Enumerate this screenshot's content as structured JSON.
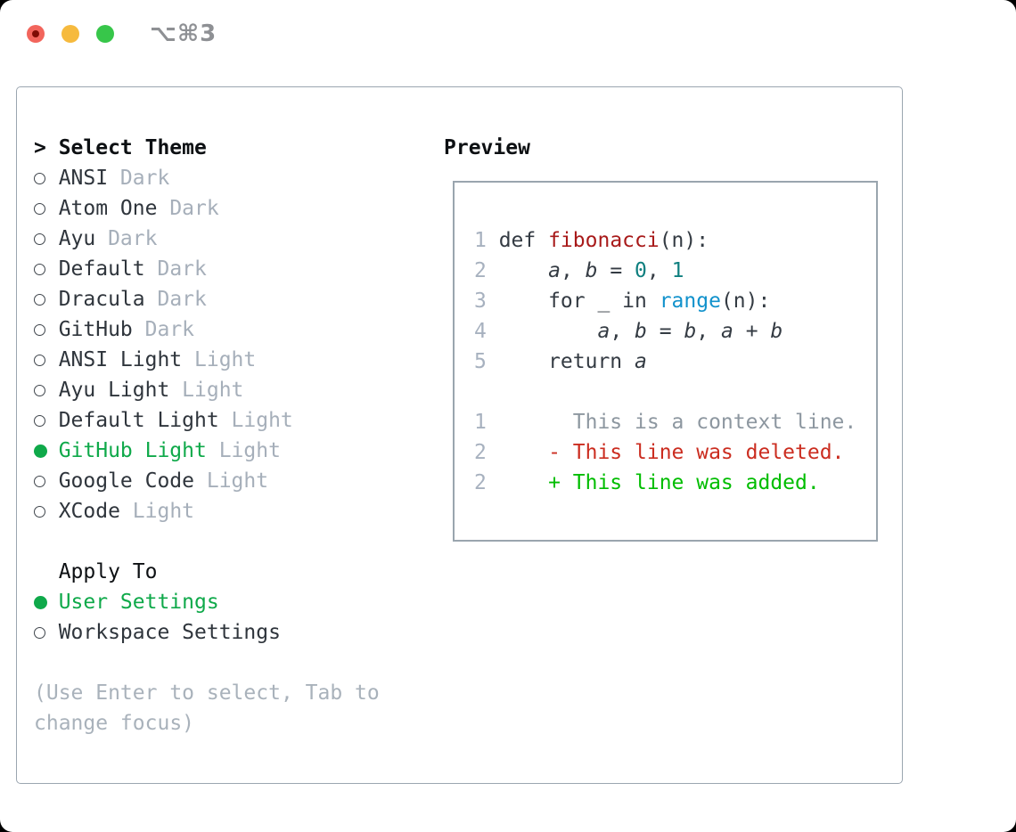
{
  "window": {
    "titlebar": {
      "title": "⌥⌘3"
    }
  },
  "colors": {
    "traffic_close": "#f2655c",
    "traffic_close_dot": "#7e0c04",
    "traffic_minimize": "#f6ba3e",
    "traffic_zoom": "#37c64a",
    "title_gray": "#8e9094",
    "panel_border": "#9ba6b0",
    "text": "#2f353c",
    "muted": "#a6afba",
    "selection_green": "#0fa94a",
    "added_green": "#00bd00",
    "deleted_red": "#cb2d20",
    "function_red": "#a81a1a",
    "number_teal": "#0f7f7f",
    "builtin_blue": "#1292cc",
    "context_gray": "#8d97a0",
    "line_number_gray": "#a7b1bf",
    "hint_gray": "#a9b2bb"
  },
  "theme_picker": {
    "prompt": ">",
    "title": "Select Theme",
    "themes": [
      {
        "name": "ANSI",
        "variant": "Dark",
        "selected": false
      },
      {
        "name": "Atom One",
        "variant": "Dark",
        "selected": false
      },
      {
        "name": "Ayu",
        "variant": "Dark",
        "selected": false
      },
      {
        "name": "Default",
        "variant": "Dark",
        "selected": false
      },
      {
        "name": "Dracula",
        "variant": "Dark",
        "selected": false
      },
      {
        "name": "GitHub",
        "variant": "Dark",
        "selected": false
      },
      {
        "name": "ANSI Light",
        "variant": "Light",
        "selected": false
      },
      {
        "name": "Ayu Light",
        "variant": "Light",
        "selected": false
      },
      {
        "name": "Default Light",
        "variant": "Light",
        "selected": false
      },
      {
        "name": "GitHub Light",
        "variant": "Light",
        "selected": true
      },
      {
        "name": "Google Code",
        "variant": "Light",
        "selected": false
      },
      {
        "name": "XCode",
        "variant": "Light",
        "selected": false
      }
    ],
    "apply_to": {
      "label": "Apply To",
      "options": [
        {
          "label": "User Settings",
          "selected": true
        },
        {
          "label": "Workspace Settings",
          "selected": false
        }
      ]
    },
    "hint_lines": [
      "(Use Enter to select, Tab to",
      "change focus)"
    ]
  },
  "preview": {
    "title": "Preview",
    "lines": [
      {
        "n": "1",
        "seg": [
          [
            "def ",
            "p"
          ],
          [
            "fibonacci",
            "fn"
          ],
          [
            "(n):",
            "p"
          ]
        ]
      },
      {
        "n": "2",
        "seg": [
          [
            "    ",
            "p"
          ],
          [
            "a",
            "id"
          ],
          [
            ", ",
            "p"
          ],
          [
            "b",
            "id"
          ],
          [
            " = ",
            "p"
          ],
          [
            "0",
            "nm"
          ],
          [
            ", ",
            "p"
          ],
          [
            "1",
            "nm"
          ]
        ]
      },
      {
        "n": "3",
        "seg": [
          [
            "    for _ in ",
            "p"
          ],
          [
            "range",
            "bi"
          ],
          [
            "(n):",
            "p"
          ]
        ]
      },
      {
        "n": "4",
        "seg": [
          [
            "        ",
            "p"
          ],
          [
            "a",
            "id"
          ],
          [
            ", ",
            "p"
          ],
          [
            "b",
            "id"
          ],
          [
            " = ",
            "p"
          ],
          [
            "b",
            "id"
          ],
          [
            ", ",
            "p"
          ],
          [
            "a",
            "id"
          ],
          [
            " + ",
            "p"
          ],
          [
            "b",
            "id"
          ]
        ]
      },
      {
        "n": "5",
        "seg": [
          [
            "    return ",
            "p"
          ],
          [
            "a",
            "id"
          ]
        ]
      },
      {
        "n": "",
        "seg": []
      },
      {
        "n": "1",
        "seg": [
          [
            "      This is a context line.",
            "ctx"
          ]
        ]
      },
      {
        "n": "2",
        "seg": [
          [
            "    - This line was deleted.",
            "del"
          ]
        ]
      },
      {
        "n": "2",
        "seg": [
          [
            "    + This line was added.",
            "add"
          ]
        ]
      }
    ]
  }
}
